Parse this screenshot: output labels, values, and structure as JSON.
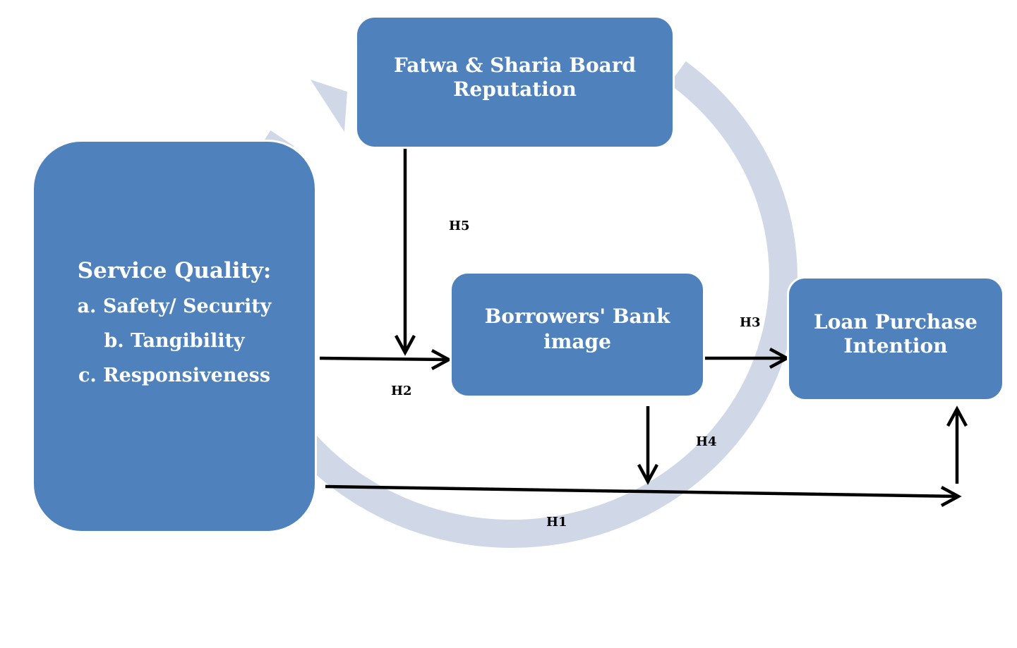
{
  "colors": {
    "box_fill": "#4f81bd",
    "box_border": "#ffffff",
    "box_text": "#ffffff",
    "cycle_ring": "#d0d8e8",
    "arrow": "#000000"
  },
  "boxes": {
    "fatwa": {
      "line1": "Fatwa & Sharia Board",
      "line2": "Reputation"
    },
    "service": {
      "title": "Service Quality:",
      "items": [
        "a. Safety/ Security",
        "b. Tangibility",
        "c. Responsiveness"
      ]
    },
    "borrowers": {
      "line1": "Borrowers' Bank",
      "line2": "image"
    },
    "loan": {
      "line1": "Loan Purchase",
      "line2": "Intention"
    }
  },
  "hypotheses": {
    "h1": "H1",
    "h2": "H2",
    "h3": "H3",
    "h4": "H4",
    "h5": "H5"
  }
}
